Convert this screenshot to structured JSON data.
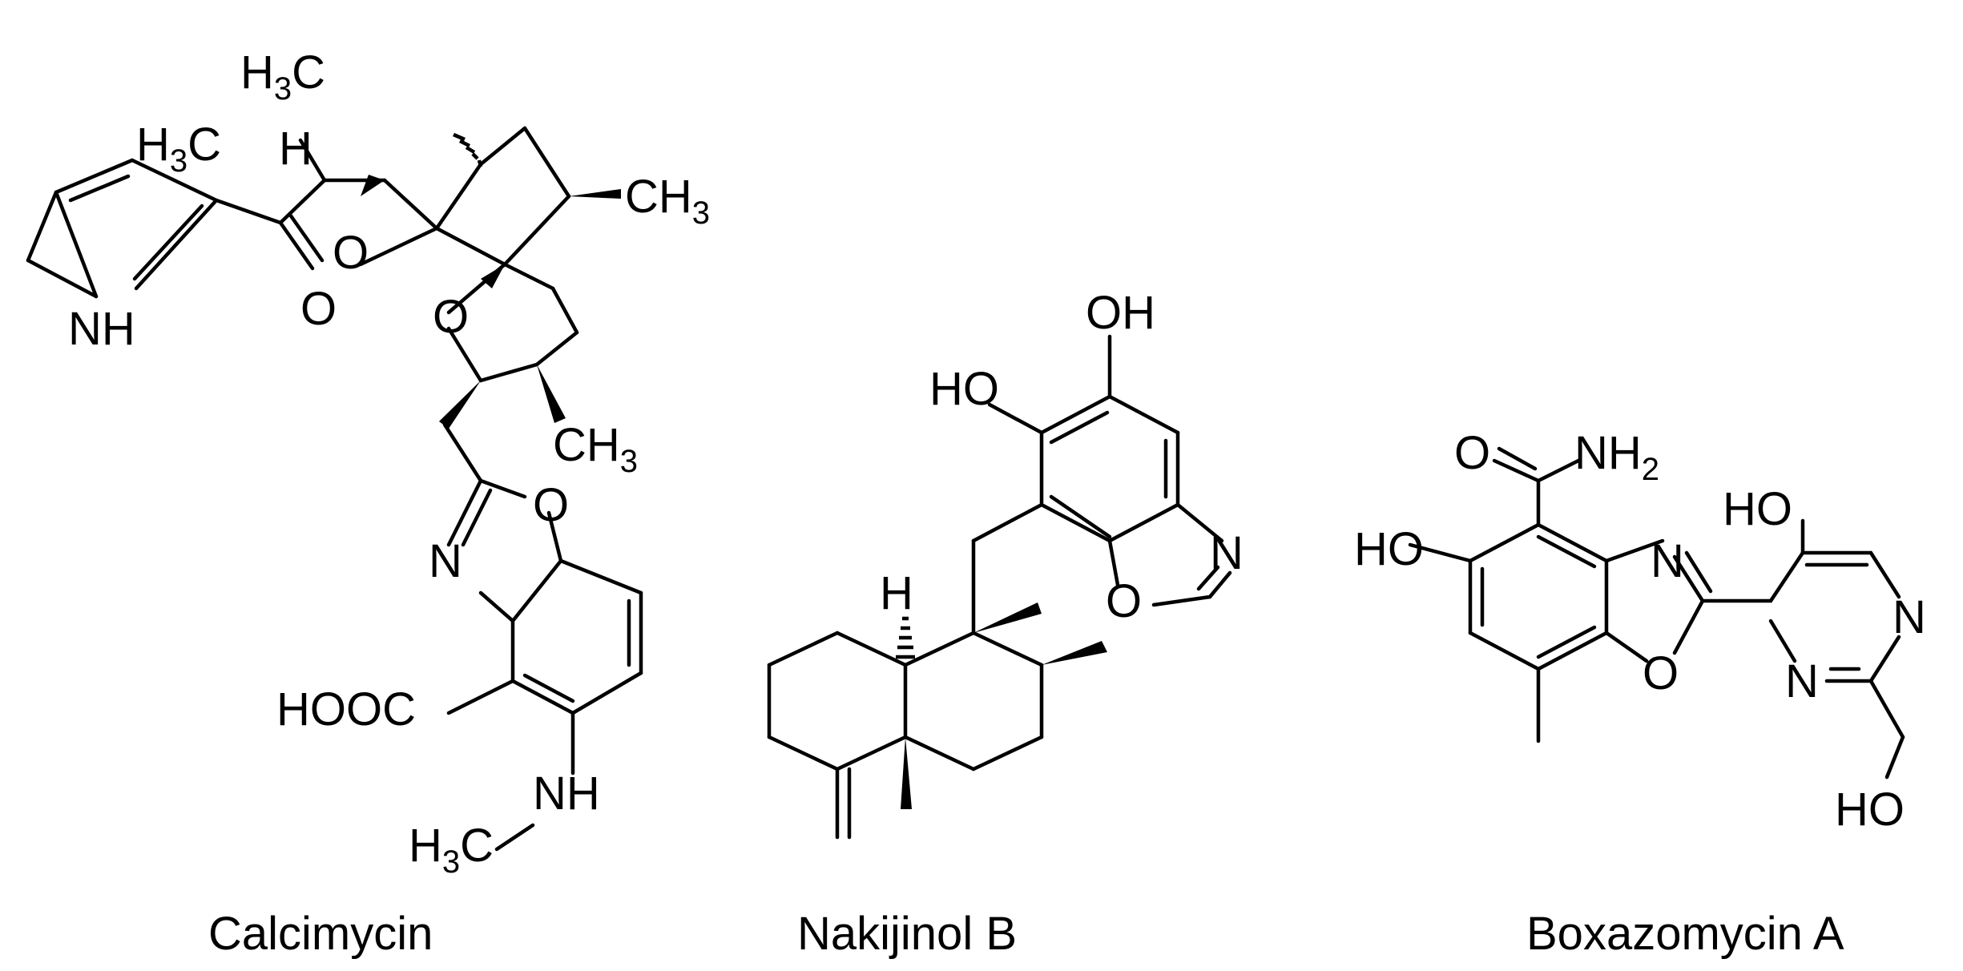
{
  "compounds": [
    {
      "name": "Calcimycin",
      "labels": {
        "h3c_top": "H3C",
        "h3c_left": "H3C",
        "h_stereo": "H",
        "ch3_right": "CH3",
        "o_ring1": "O",
        "o_ketone": "O",
        "nh_pyrrole": "NH",
        "o_ring2": "O",
        "ch3_lower": "CH3",
        "o_oxazole": "O",
        "n_oxazole": "N",
        "hooc": "HOOC",
        "nh_amine": "NH",
        "h3c_amine": "H3C"
      }
    },
    {
      "name": "Nakijinol B",
      "labels": {
        "oh_top": "OH",
        "ho_left": "HO",
        "n_oxazole": "N",
        "o_oxazole": "O",
        "h_stereo": "H"
      }
    },
    {
      "name": "Boxazomycin A",
      "labels": {
        "o_amide": "O",
        "nh2": "NH2",
        "ho_right": "HO",
        "ho_left": "HO",
        "n_oxazole": "N",
        "o_oxazole": "O",
        "n_pyr_top": "N",
        "n_pyr_bottom": "N",
        "ho_bottom": "HO"
      }
    }
  ]
}
